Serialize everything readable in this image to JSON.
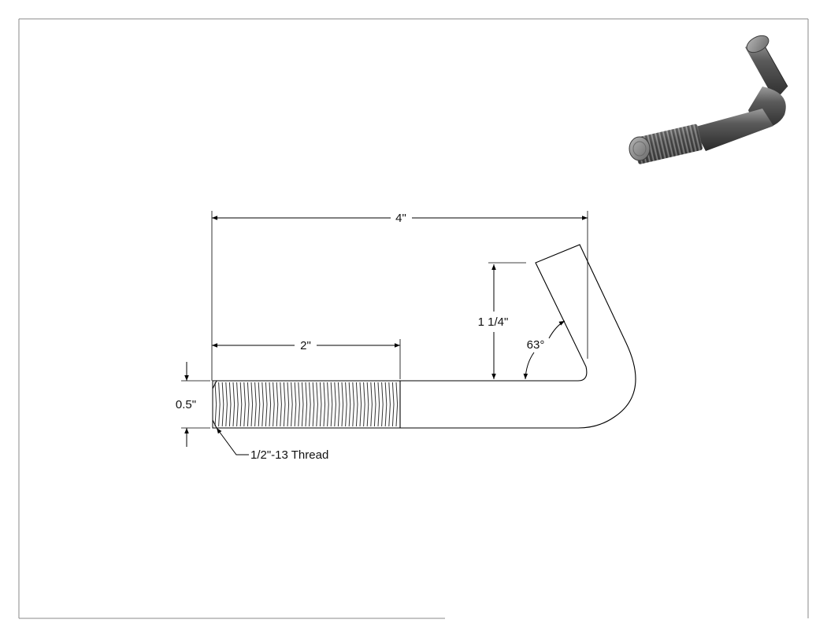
{
  "drawing": {
    "dimensions": {
      "overall_length": "4\"",
      "thread_length": "2\"",
      "hook_height": "1 1/4\"",
      "hook_angle": "63°",
      "diameter": "0.5\""
    },
    "callouts": {
      "thread_spec": "1/2\"-13 Thread"
    }
  },
  "colors": {
    "line": "#000000",
    "border": "#8a8a8a",
    "background": "#ffffff",
    "iso_steel_dark": "#3d3d3d",
    "iso_steel_light": "#9a9a9a"
  },
  "iso_view": {
    "icon": "j-bolt-isometric-icon"
  }
}
